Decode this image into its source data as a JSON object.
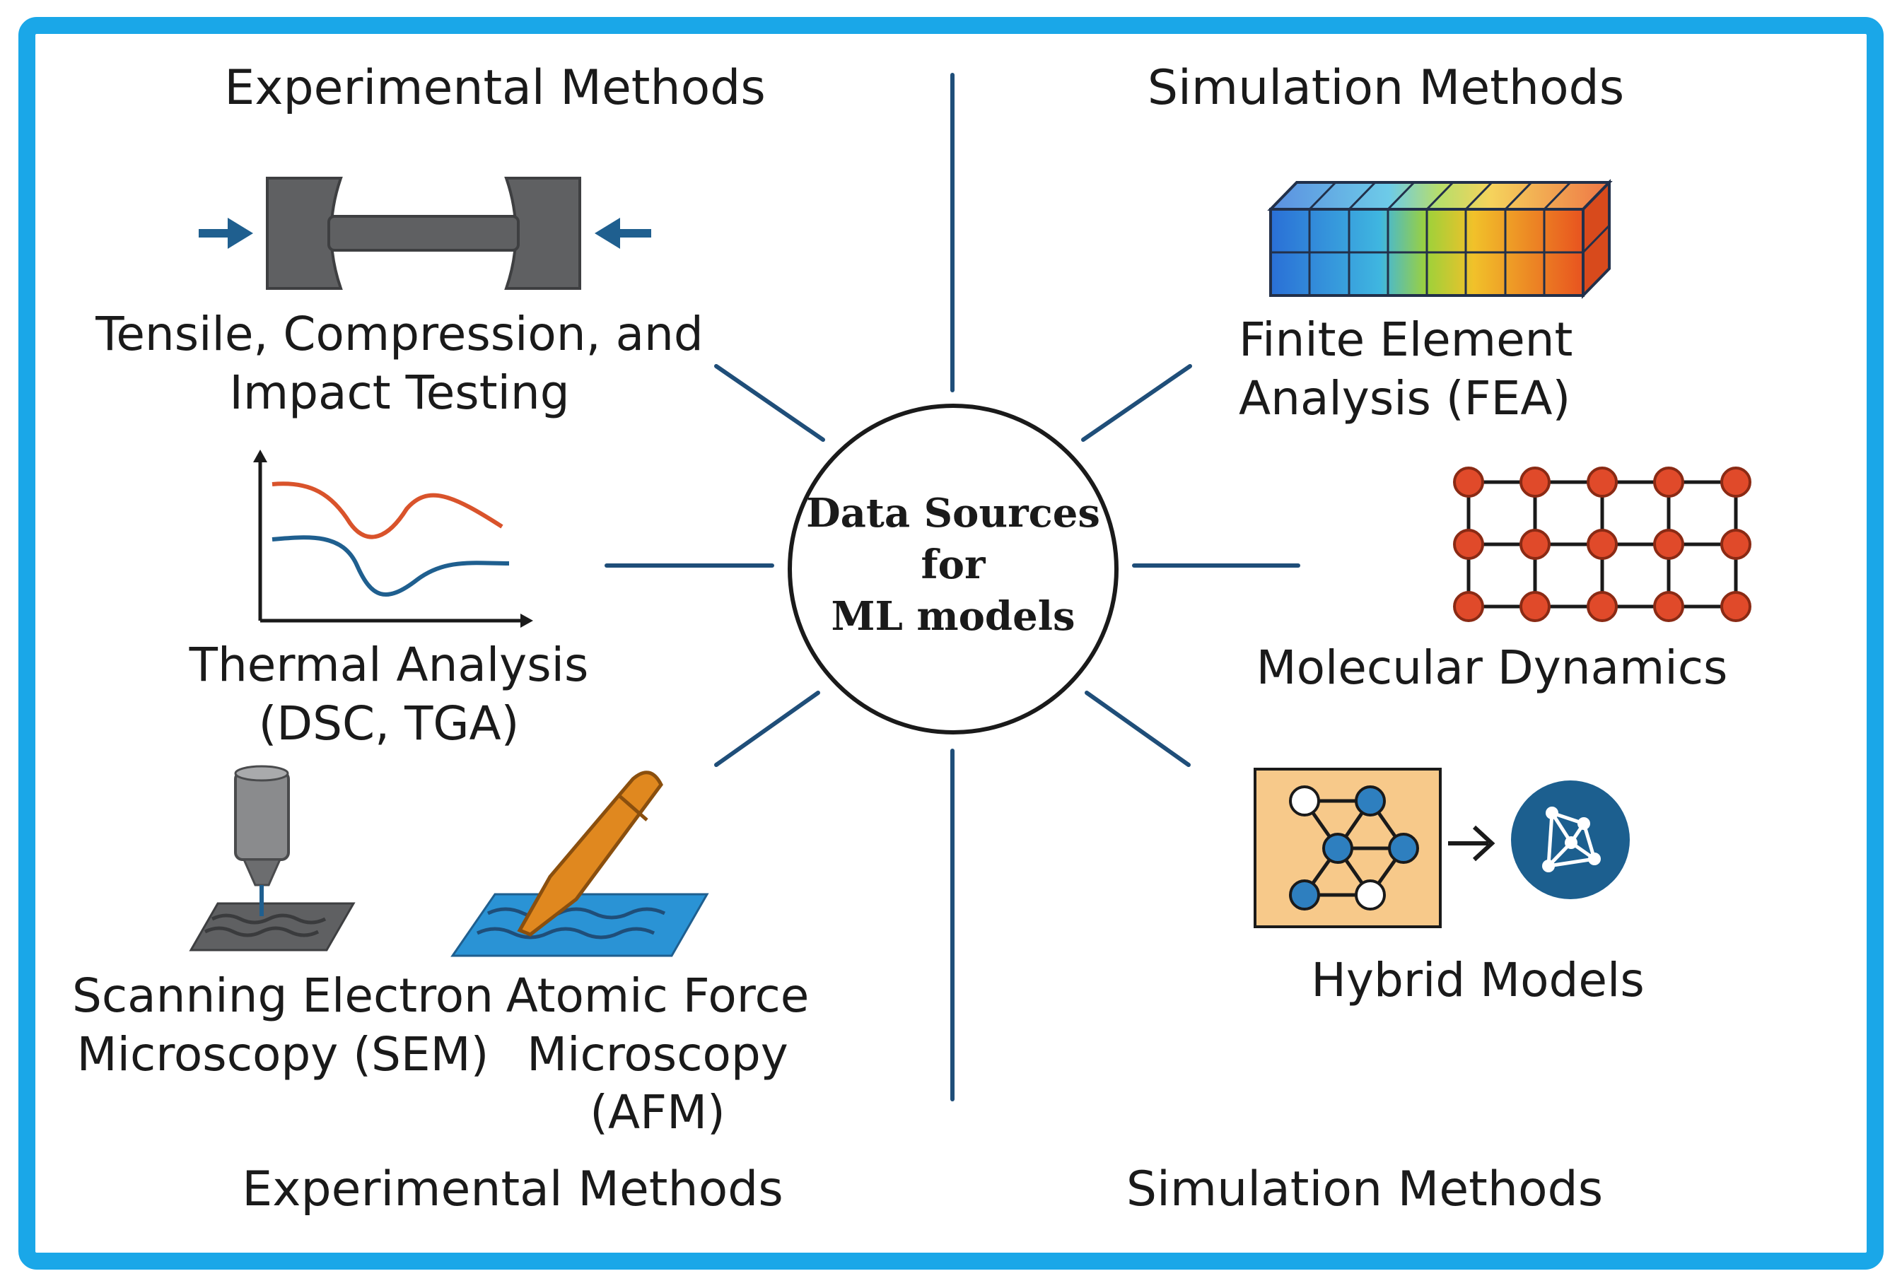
{
  "headings": {
    "top_left": "Experimental Methods",
    "top_right": "Simulation Methods",
    "bottom_left": "Experimental Methods",
    "bottom_right": "Simulation Methods"
  },
  "center": {
    "line1": "Data Sources",
    "line2": "for",
    "line3": "ML models"
  },
  "experimental": {
    "mechanical": {
      "line1": "Tensile, Compression, and",
      "line2": "Impact Testing",
      "icon": "tensile-test-icon"
    },
    "thermal": {
      "line1": "Thermal Analysis",
      "line2": "(DSC, TGA)",
      "icon": "thermal-curve-icon"
    },
    "sem": {
      "line1": "Scanning Electron",
      "line2": "Microscopy (SEM)",
      "icon": "sem-probe-icon"
    },
    "afm": {
      "line1": "Atomic Force",
      "line2": "Microscopy",
      "line3": "(AFM)",
      "icon": "afm-cantilever-icon"
    }
  },
  "simulation": {
    "fea": {
      "line1": "Finite Element",
      "line2": "Analysis (FEA)",
      "icon": "fea-mesh-icon"
    },
    "md": {
      "line1": "Molecular Dynamics",
      "icon": "atom-lattice-icon"
    },
    "hybrid": {
      "line1": "Hybrid Models",
      "icon": "network-graph-icon"
    }
  },
  "colors": {
    "frame": "#1aa7e8",
    "connector": "#1f4e79",
    "gray": "#5f6062",
    "arrow": "#1f5f8f",
    "red_curve": "#d9532b",
    "blue_curve": "#1f5f8f",
    "atom": "#e04a2a",
    "afm_orange": "#e0881f",
    "afm_blue": "#2a93d5",
    "hybrid_bg": "#f7c98a",
    "hybrid_node": "#2e7fbf",
    "hybrid_circle": "#1c5f8f"
  }
}
